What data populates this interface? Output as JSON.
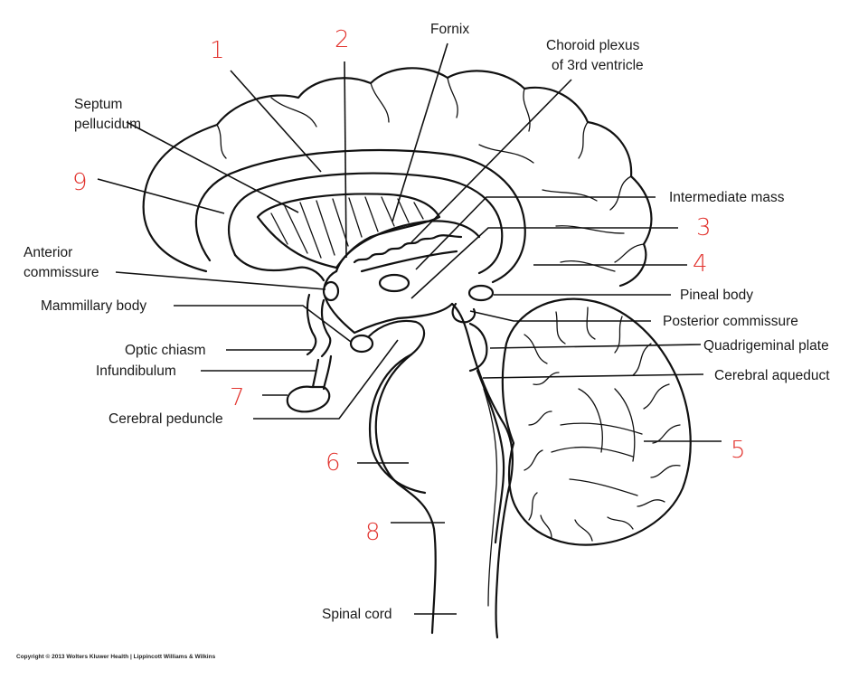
{
  "labels": {
    "fornix": "Fornix",
    "choroid_line1": "Choroid plexus",
    "choroid_line2": "of 3rd ventricle",
    "septum_line1": "Septum",
    "septum_line2": "pellucidum",
    "intermediate_mass": "Intermediate mass",
    "anterior_comm_line1": "Anterior",
    "anterior_comm_line2": "commissure",
    "pineal_body": "Pineal body",
    "mammillary_body": "Mammillary body",
    "posterior_commissure": "Posterior commissure",
    "optic_chiasm": "Optic chiasm",
    "quadrigeminal_plate": "Quadrigeminal plate",
    "infundibulum": "Infundibulum",
    "cerebral_aqueduct": "Cerebral aqueduct",
    "cerebral_peduncle": "Cerebral peduncle",
    "spinal_cord": "Spinal cord"
  },
  "numbers": {
    "n1": "1",
    "n2": "2",
    "n3": "3",
    "n4": "4",
    "n5": "5",
    "n6": "6",
    "n7": "7",
    "n8": "8",
    "n9": "9"
  },
  "copyright": "Copyright © 2013 Wolters Kluwer Health | Lippincott Williams & Wilkins",
  "colors": {
    "ink": "#111111",
    "handwriting": "#e2342f"
  }
}
